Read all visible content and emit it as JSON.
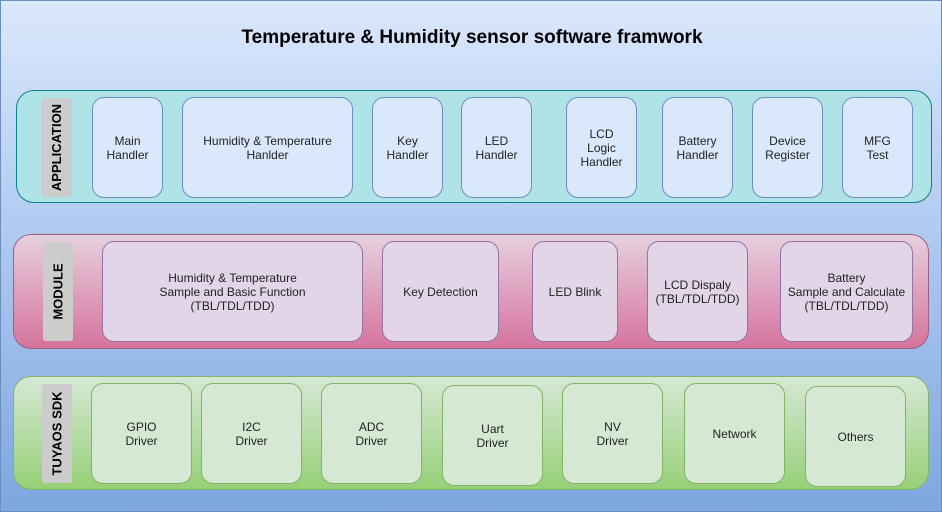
{
  "title": "Temperature & Humidity sensor software framwork",
  "layers": {
    "application": {
      "label": "APPLICATION",
      "items": [
        "Main\nHandler",
        "Humidity & Temperature\nHanlder",
        "Key\nHandler",
        "LED\nHandler",
        "LCD\nLogic\nHandler",
        "Battery\nHandler",
        "Device\nRegister",
        "MFG\nTest"
      ]
    },
    "module": {
      "label": "MODULE",
      "items": [
        "Humidity & Temperature\nSample and Basic Function\n(TBL/TDL/TDD)",
        "Key Detection",
        "LED Blink",
        "LCD Dispaly\n(TBL/TDL/TDD)",
        "Battery\nSample and Calculate\n(TBL/TDL/TDD)"
      ]
    },
    "sdk": {
      "label": "TUYAOS SDK",
      "items": [
        "GPIO\nDriver",
        "I2C\nDriver",
        "ADC\nDriver",
        "Uart\nDriver",
        "NV\nDriver",
        "Network",
        "Others"
      ]
    }
  },
  "colors": {
    "app_band": "#b0e3e6",
    "module_band": "#d5739d",
    "sdk_band": "#97d077"
  }
}
